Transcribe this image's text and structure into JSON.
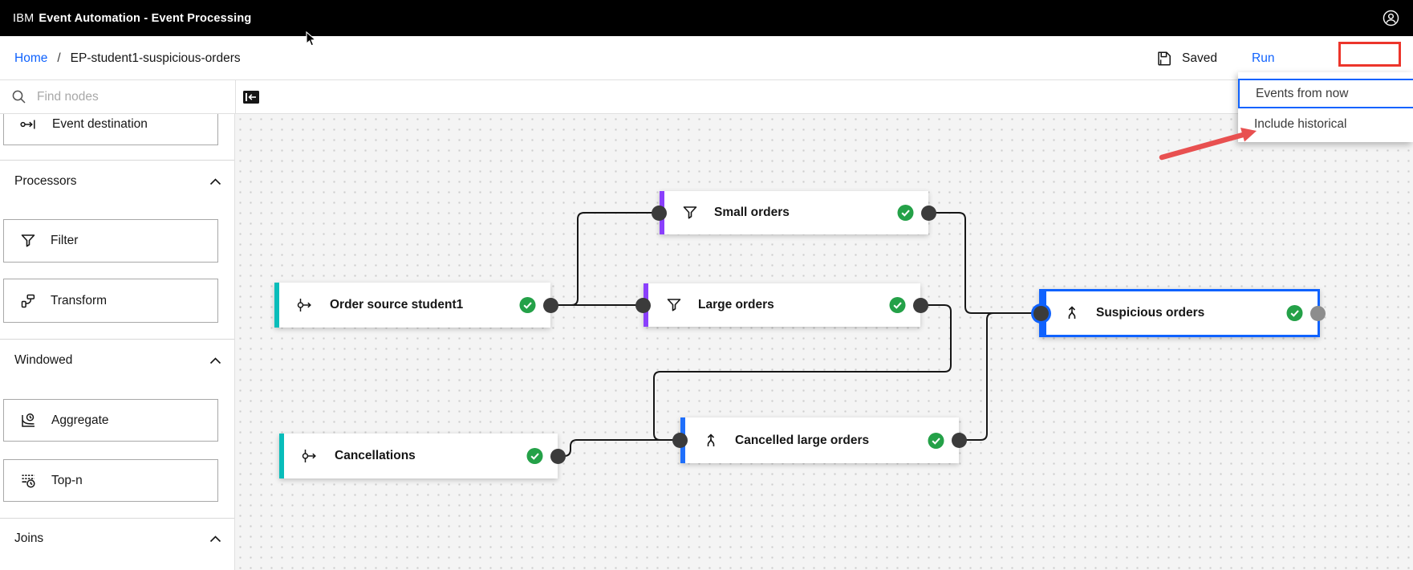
{
  "header": {
    "brand": "IBM",
    "product": "Event Automation - Event Processing"
  },
  "breadcrumb": {
    "home_label": "Home",
    "separator": "/",
    "current_page": "EP-student1-suspicious-orders"
  },
  "toolbar": {
    "saved_label": "Saved",
    "run_label": "Run"
  },
  "run_menu": {
    "options": [
      {
        "label": "Events from now",
        "focused": true
      },
      {
        "label": "Include historical",
        "focused": false
      }
    ]
  },
  "palette": {
    "search_placeholder": "Find nodes",
    "cut_item": {
      "label": "Event destination",
      "icon": "event-destination-icon"
    },
    "sections": [
      {
        "title": "Processors",
        "items": [
          {
            "label": "Filter",
            "icon": "filter-icon"
          },
          {
            "label": "Transform",
            "icon": "transform-icon"
          }
        ]
      },
      {
        "title": "Windowed",
        "items": [
          {
            "label": "Aggregate",
            "icon": "aggregate-icon"
          },
          {
            "label": "Top-n",
            "icon": "top-n-icon"
          }
        ]
      },
      {
        "title": "Joins",
        "items": []
      }
    ]
  },
  "canvas": {
    "nodes": [
      {
        "label": "Order source student1",
        "type": "event-source",
        "accent": "#08bdba",
        "status": "valid"
      },
      {
        "label": "Small orders",
        "type": "filter",
        "accent": "#8a3ffc",
        "status": "valid"
      },
      {
        "label": "Large orders",
        "type": "filter",
        "accent": "#8a3ffc",
        "status": "valid"
      },
      {
        "label": "Cancellations",
        "type": "event-source",
        "accent": "#08bdba",
        "status": "valid"
      },
      {
        "label": "Cancelled large orders",
        "type": "union",
        "accent": "#1f6ffb",
        "status": "valid"
      },
      {
        "label": "Suspicious orders",
        "type": "union",
        "accent": "#0f62fe",
        "status": "valid",
        "selected": true
      }
    ],
    "edges": [
      {
        "from": "Order source student1",
        "to": "Small orders"
      },
      {
        "from": "Order source student1",
        "to": "Large orders"
      },
      {
        "from": "Small orders",
        "to": "Suspicious orders"
      },
      {
        "from": "Large orders",
        "to": "Cancelled large orders"
      },
      {
        "from": "Cancellations",
        "to": "Cancelled large orders"
      },
      {
        "from": "Cancelled large orders",
        "to": "Suspicious orders"
      }
    ]
  },
  "colors": {
    "accent_blue": "#0f62fe",
    "teal": "#08bdba",
    "purple": "#8a3ffc",
    "success_green": "#24a148",
    "edge_dark": "#161616",
    "annotation_red": "#ec352b"
  }
}
